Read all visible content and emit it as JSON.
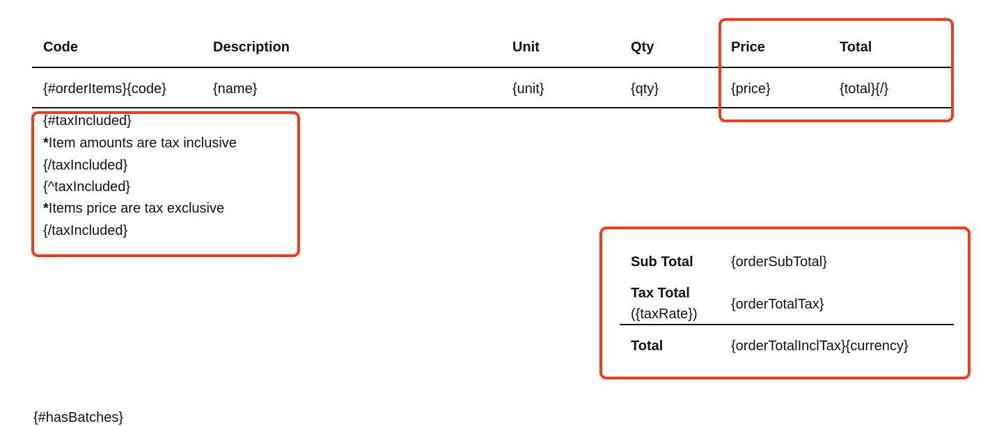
{
  "table": {
    "headers": [
      "Code",
      "Description",
      "Unit",
      "Qty",
      "Price",
      "Total"
    ],
    "row": [
      "{#orderItems}{code}",
      "{name}",
      "{unit}",
      "{qty}",
      "{price}",
      "{total}{/}"
    ]
  },
  "tax_note": {
    "lines": [
      {
        "text": "{#taxIncluded}"
      },
      {
        "star": "*",
        "text": "Item amounts are tax inclusive"
      },
      {
        "text": "{/taxIncluded}"
      },
      {
        "text": "{^taxIncluded}"
      },
      {
        "star": "*",
        "text": "Items price are tax exclusive"
      },
      {
        "text": "{/taxIncluded}"
      }
    ]
  },
  "summary": {
    "sub_total_label": "Sub Total",
    "sub_total_value": "{orderSubTotal}",
    "tax_total_label": "Tax Total",
    "tax_rate": "({taxRate})",
    "tax_total_value": "{orderTotalTax}",
    "total_label": "Total",
    "total_value": "{orderTotalInclTax}{currency}"
  },
  "footer_tag": "{#hasBatches}",
  "colors": {
    "highlight": "#f23a1d"
  }
}
